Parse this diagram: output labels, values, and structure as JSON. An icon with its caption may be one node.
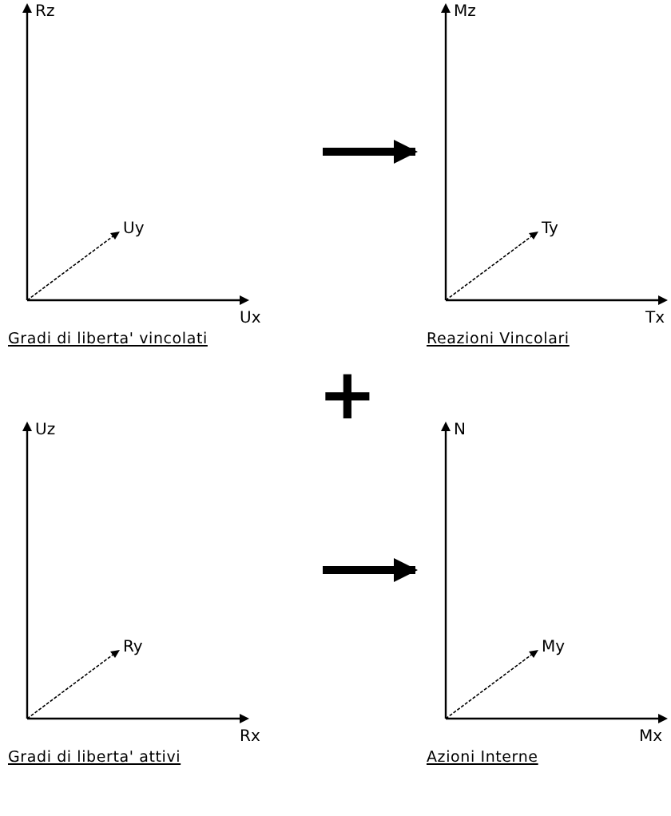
{
  "diagram": {
    "nodes": [
      {
        "text": [
          "Gradi di liberta' vincolati"
        ]
      },
      {
        "text": [
          "Reazioni Vincolari"
        ]
      },
      {
        "text": [
          "Gradi di liberta' attivi"
        ]
      },
      {
        "text": [
          "Azioni Interne"
        ]
      }
    ],
    "edges": [
      {
        "from": 0,
        "to": 1,
        "arrow": "to"
      },
      {
        "from": 2,
        "to": 3,
        "arrow": "to"
      }
    ],
    "labels": [
      "Rz",
      "Uy",
      "Ux",
      "Mz",
      "Ty",
      "Tx",
      "+",
      "Uz",
      "Ry",
      "Rx",
      "N",
      "My",
      "Mx"
    ]
  }
}
